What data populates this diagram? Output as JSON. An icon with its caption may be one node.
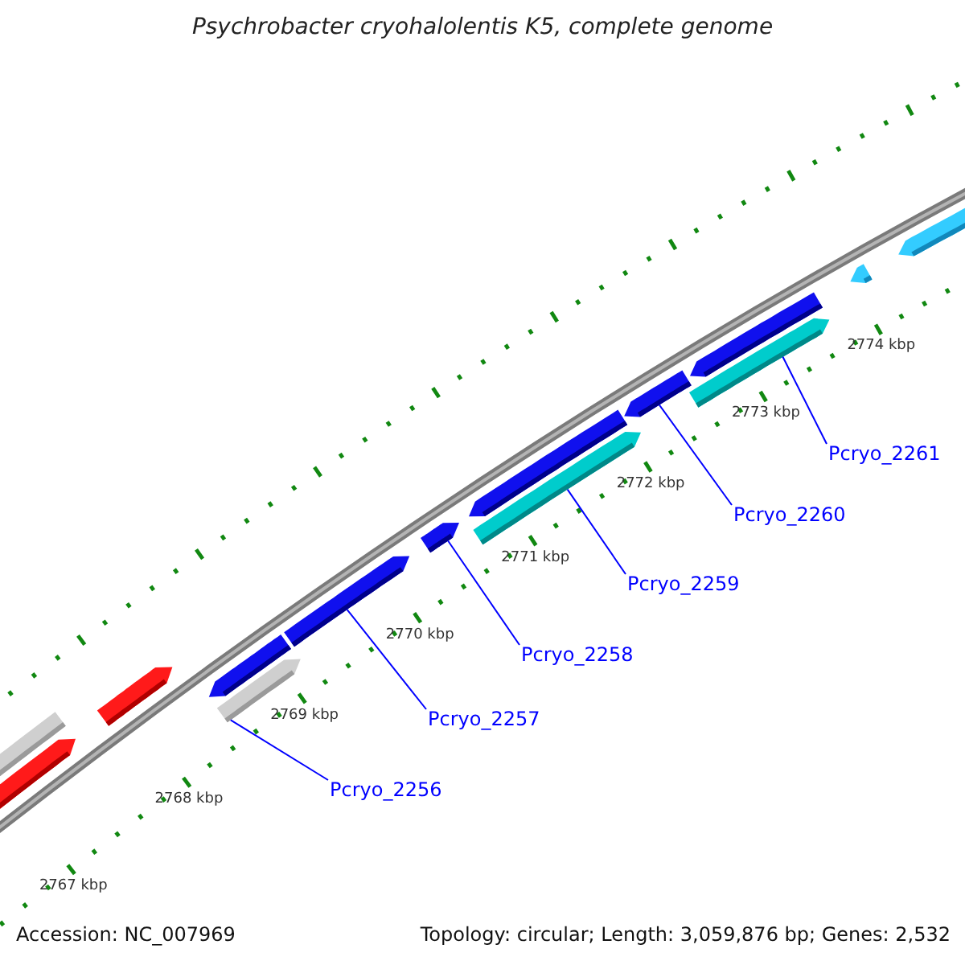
{
  "diagram": {
    "title": "Psychrobacter cryohalolentis K5, complete genome",
    "nodes": [
      {
        "text": [
          "Pcryo_2256"
        ]
      },
      {
        "text": [
          "Pcryo_2257"
        ]
      },
      {
        "text": [
          "Pcryo_2258"
        ]
      },
      {
        "text": [
          "Pcryo_2259"
        ]
      },
      {
        "text": [
          "Pcryo_2260"
        ]
      },
      {
        "text": [
          "Pcryo_2261"
        ]
      },
      {
        "text": [],
        "shape": "bar"
      },
      {
        "text": [],
        "shape": "bar"
      },
      {
        "text": [],
        "shape": "bar"
      },
      {
        "text": [],
        "shape": "bar"
      },
      {
        "text": [],
        "shape": "bar"
      },
      {
        "text": [],
        "shape": "bar"
      }
    ],
    "edges": [
      {
        "from": 0,
        "to": 6,
        "arrow": "none"
      },
      {
        "from": 1,
        "to": 7,
        "arrow": "none"
      },
      {
        "from": 2,
        "to": 8,
        "arrow": "none"
      },
      {
        "from": 3,
        "to": 9,
        "arrow": "none"
      },
      {
        "from": 4,
        "to": 10,
        "arrow": "none"
      },
      {
        "from": 5,
        "to": 11,
        "arrow": "none"
      }
    ],
    "labels": [
      "2774 kbp",
      "2773 kbp",
      "2772 kbp",
      "2771 kbp",
      "2770 kbp",
      "2769 kbp",
      "2768 kbp",
      "2767 kbp",
      "Accession: NC_007969",
      "Topology: circular; Length: 3,059,876 bp; Genes: 2,532"
    ]
  }
}
